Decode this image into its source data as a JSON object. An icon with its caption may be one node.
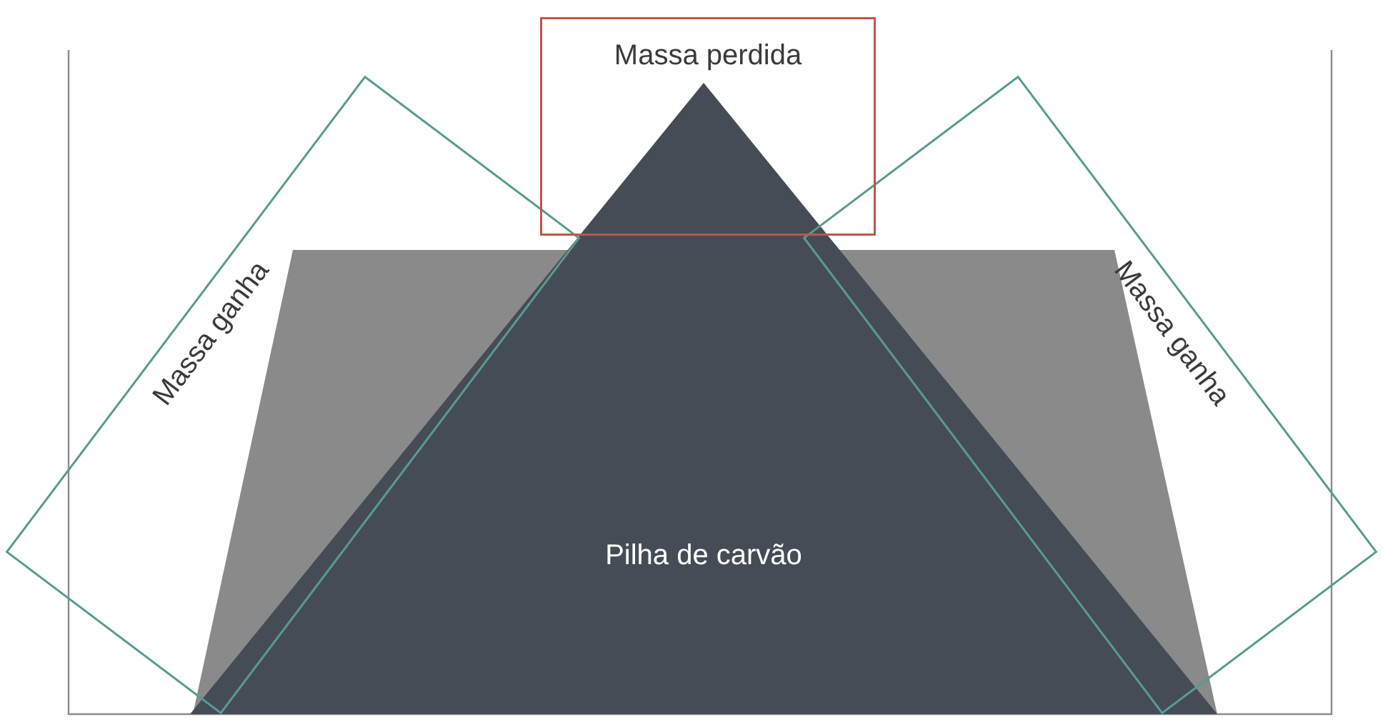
{
  "diagram": {
    "nodes": [
      {
        "text": [
          "Massa perdida"
        ]
      },
      {
        "text": [
          "Massa ganha"
        ]
      },
      {
        "text": [
          "Massa ganha"
        ]
      },
      {
        "text": [
          "Pilha de carvão"
        ]
      }
    ]
  }
}
